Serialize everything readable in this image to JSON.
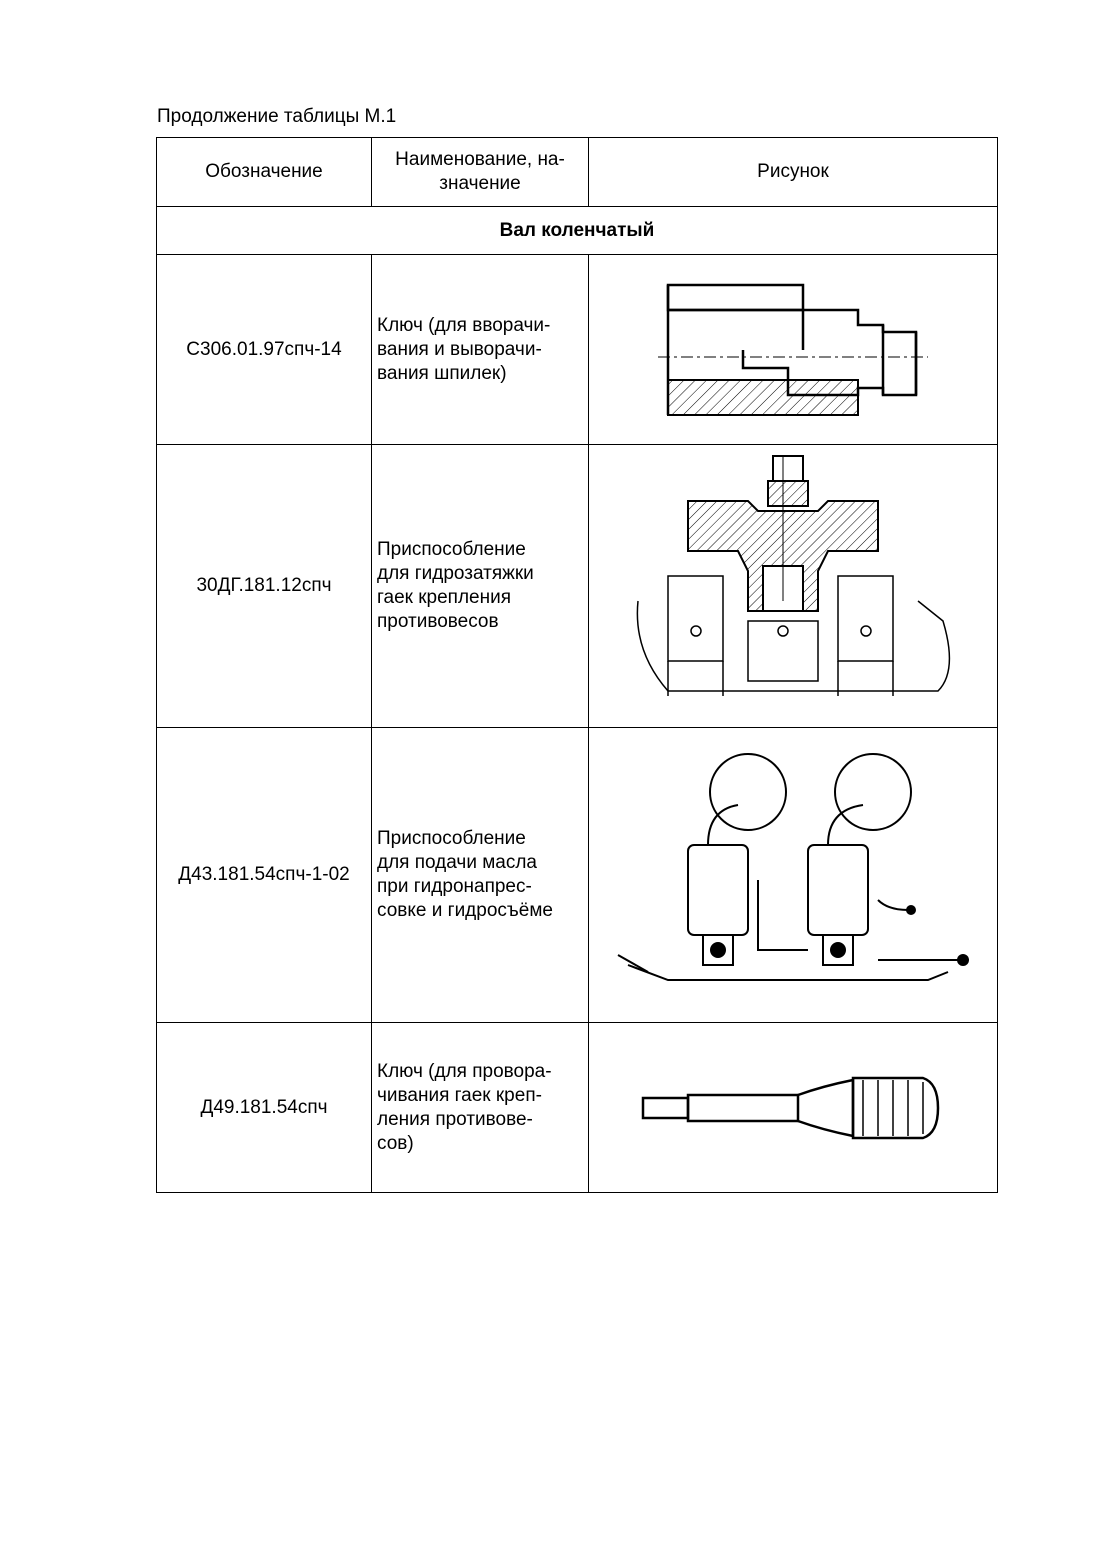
{
  "caption": "Продолжение таблицы М.1",
  "table": {
    "headers": {
      "designation": "Обозначение",
      "name": "Наименование, на-\nзначение",
      "figure": "Рисунок"
    },
    "section_title": "Вал коленчатый",
    "rows": [
      {
        "code": "С306.01.97спч-14",
        "name": "Ключ (для вворачи-\nвания и выворачи-\nвания шпилек)",
        "figure_icon": "stud-wrench-drawing"
      },
      {
        "code": "30ДГ.181.12спч",
        "name": "Приспособление\nдля гидрозатяжки\nгаек крепления\nпротивовесов",
        "figure_icon": "hydraulic-tensioner-drawing"
      },
      {
        "code": "Д43.181.54спч-1-02",
        "name": "Приспособление\nдля подачи масла\nпри гидронапрес-\nсовке и гидросъёме",
        "figure_icon": "oil-supply-pumps-drawing"
      },
      {
        "code": "Д49.181.54спч",
        "name": "Ключ (для провора-\nчивания гаек креп-\nления противове-\nсов)",
        "figure_icon": "nut-turning-key-drawing"
      }
    ]
  }
}
